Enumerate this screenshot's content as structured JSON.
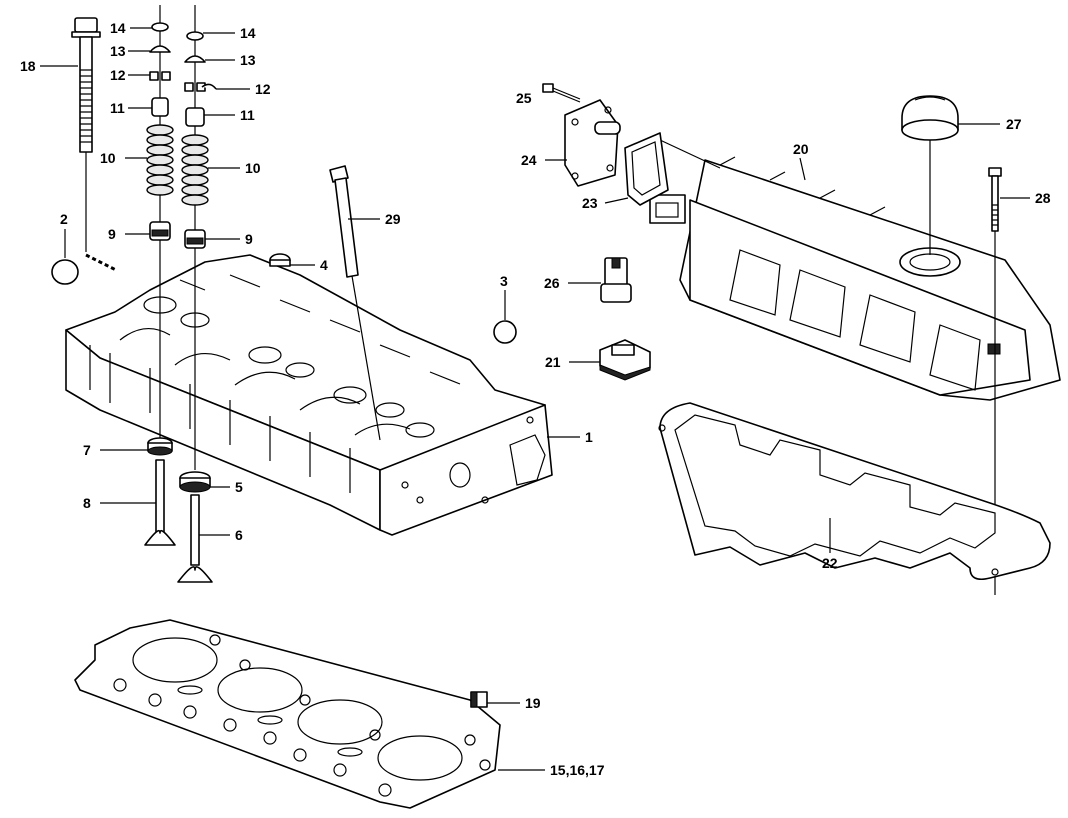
{
  "callouts": {
    "c1": "1",
    "c2": "2",
    "c3": "3",
    "c4": "4",
    "c5": "5",
    "c6": "6",
    "c7": "7",
    "c8": "8",
    "c9a": "9",
    "c9b": "9",
    "c10a": "10",
    "c10b": "10",
    "c11a": "11",
    "c11b": "11",
    "c12a": "12",
    "c12b": "12",
    "c13a": "13",
    "c13b": "13",
    "c14a": "14",
    "c14b": "14",
    "c15": "15,16,17",
    "c18": "18",
    "c19": "19",
    "c20": "20",
    "c21": "21",
    "c22": "22",
    "c23": "23",
    "c24": "24",
    "c25": "25",
    "c26": "26",
    "c27": "27",
    "c28": "28",
    "c29": "29"
  },
  "colors": {
    "line": "#000000",
    "background": "#ffffff"
  }
}
